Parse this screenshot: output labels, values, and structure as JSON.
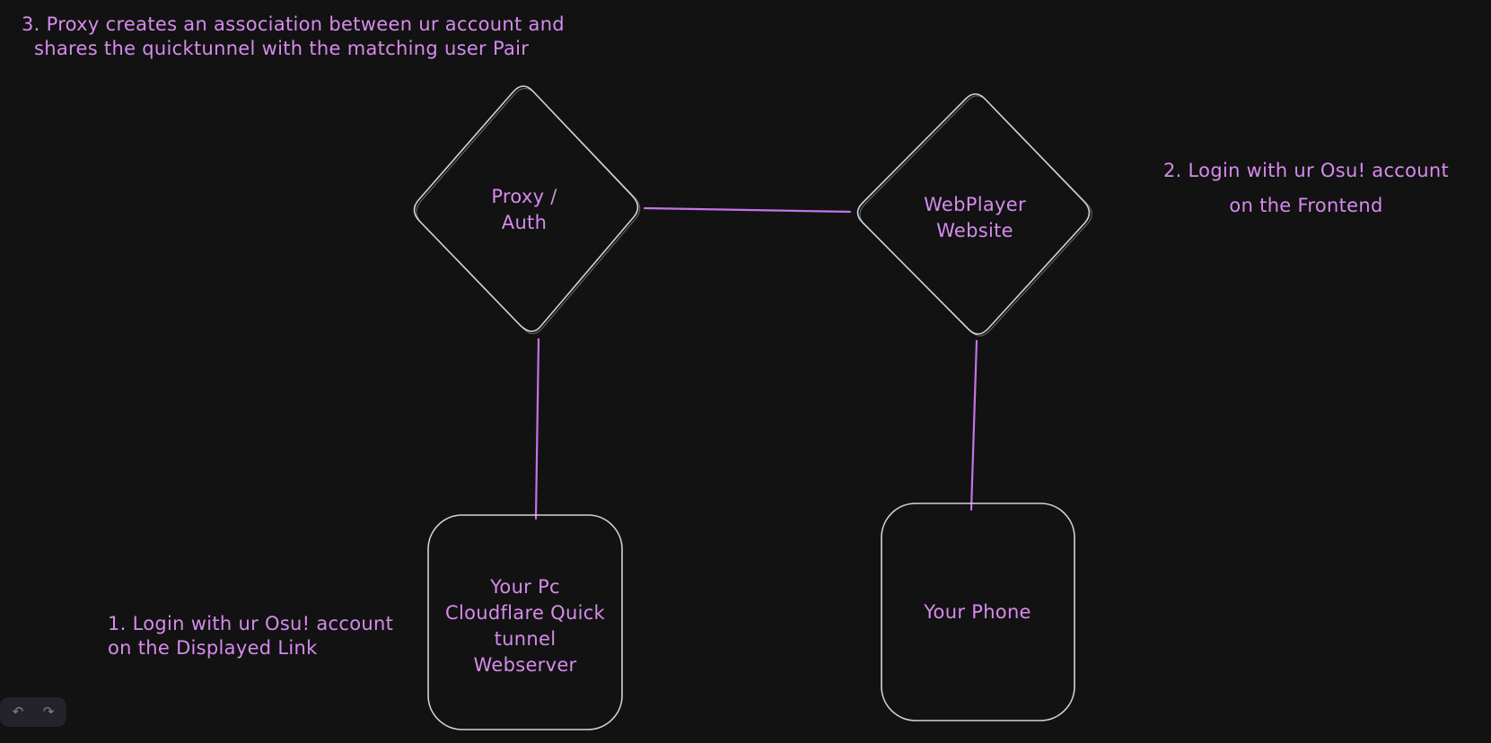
{
  "app": {
    "background_color": "#121212",
    "shape_stroke_color": "#ced4da",
    "text_color": "#d68bec",
    "connector_color": "#c573e6"
  },
  "notes": {
    "step3": {
      "line1": "3. Proxy creates an association between ur account and",
      "line2": "shares the quicktunnel with the matching user Pair"
    },
    "step2": {
      "line1": "2. Login with ur Osu! account",
      "line2": "on the Frontend"
    },
    "step1": {
      "line1": "1. Login with ur Osu! account",
      "line2": "on the Displayed Link"
    }
  },
  "nodes": {
    "proxy": {
      "shape": "diamond",
      "line1": "Proxy /",
      "line2": "Auth"
    },
    "webplayer": {
      "shape": "diamond",
      "line1": "WebPlayer",
      "line2": "Website"
    },
    "pc": {
      "shape": "rectangle",
      "line1": "Your Pc",
      "line2": "Cloudflare Quick",
      "line3": "tunnel",
      "line4": "Webserver"
    },
    "phone": {
      "shape": "rectangle",
      "line1": "Your Phone"
    }
  },
  "edges": [
    {
      "from": "proxy",
      "to": "webplayer"
    },
    {
      "from": "proxy",
      "to": "pc"
    },
    {
      "from": "webplayer",
      "to": "phone"
    }
  ],
  "toolbar": {
    "undo_icon": "↶",
    "redo_icon": "↷"
  }
}
